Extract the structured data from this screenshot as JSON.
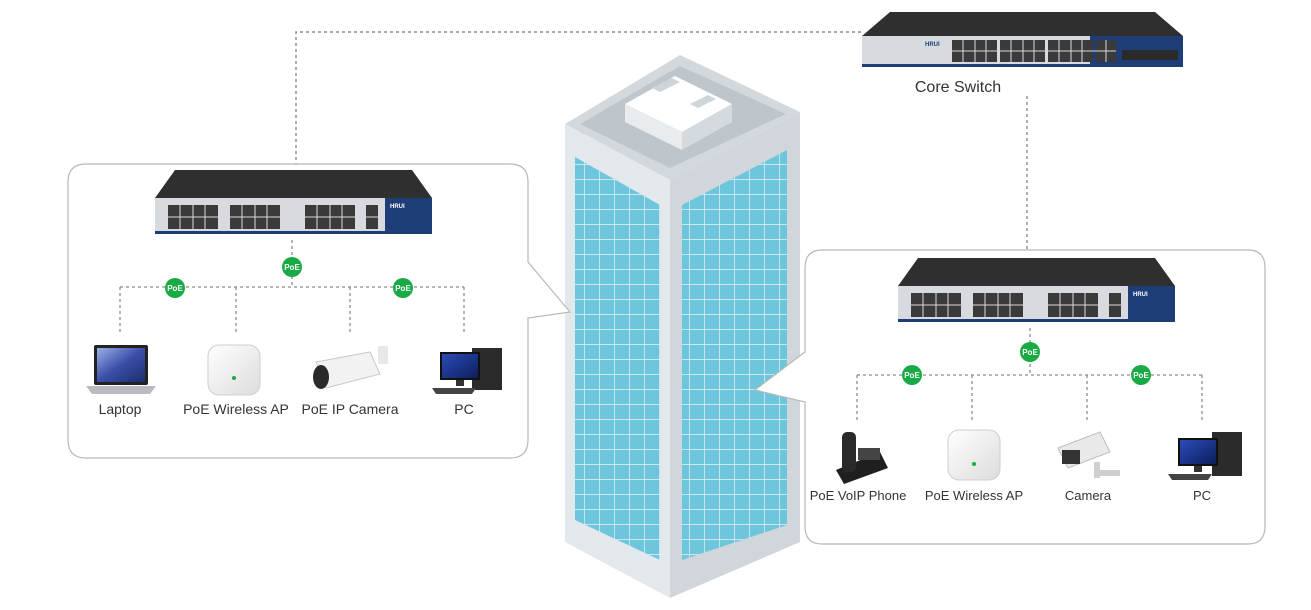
{
  "core": {
    "label": "Core Switch",
    "brand": "HRUI"
  },
  "left_panel": {
    "brand": "HRUI",
    "poe_badge": "PoE",
    "devices": [
      {
        "label": "Laptop",
        "icon": "laptop-icon"
      },
      {
        "label": "PoE Wireless AP",
        "icon": "wireless-ap-icon"
      },
      {
        "label": "PoE IP Camera",
        "icon": "bullet-camera-icon"
      },
      {
        "label": "PC",
        "icon": "pc-icon"
      }
    ]
  },
  "right_panel": {
    "brand": "HRUI",
    "poe_badge": "PoE",
    "devices": [
      {
        "label": "PoE VoIP Phone",
        "icon": "voip-phone-icon"
      },
      {
        "label": "PoE Wireless AP",
        "icon": "wireless-ap-icon"
      },
      {
        "label": "Camera",
        "icon": "box-camera-icon"
      },
      {
        "label": "PC",
        "icon": "pc-icon"
      }
    ]
  },
  "colors": {
    "poe_green": "#1aaa45",
    "switch_blue": "#1f3e78",
    "glass": "#6ec6dc",
    "frame": "#e3e8ec"
  }
}
